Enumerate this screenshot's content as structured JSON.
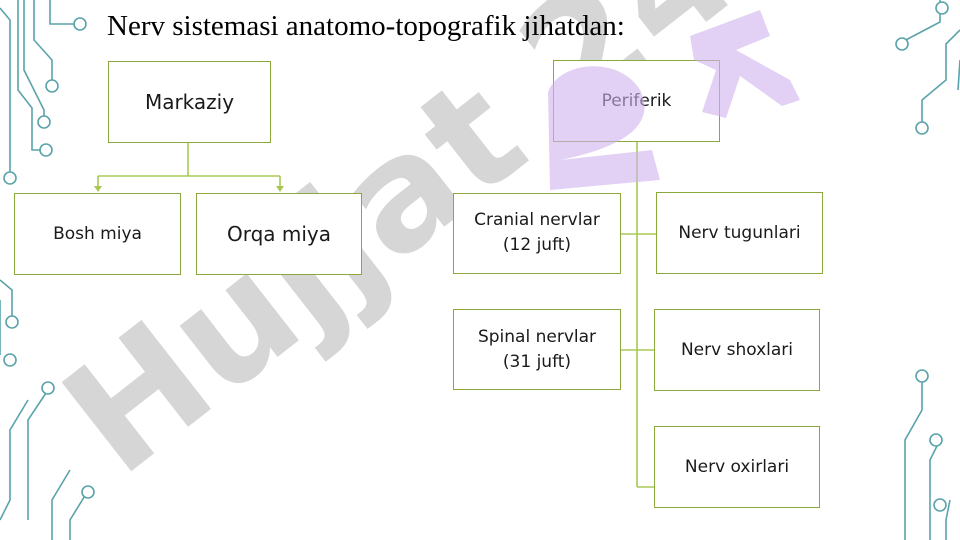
{
  "slide": {
    "title": "Nerv sistemasi anatomo-topografik jihatdan:"
  },
  "diagram": {
    "markaziy": "Markaziy",
    "bosh_miya": "Bosh miya",
    "orqa_miya": "Orqa miya",
    "periferik": "Periferik",
    "cranial_line1": "Cranial nervlar",
    "cranial_line2": "(12 juft)",
    "spinal_line1": "Spinal nervlar",
    "spinal_line2": "(31 juft)",
    "nerv_tugunlari": "Nerv tugunlari",
    "nerv_shoxlari": "Nerv shoxlari",
    "nerv_oxirlari": "Nerv oxirlari"
  },
  "watermark": {
    "text": "Hujjat 24"
  },
  "colors": {
    "border": "#8aa83c",
    "connector": "#a8c852",
    "circuit": "#5aa3aa",
    "watermark_grey": "#c8c8c8",
    "watermark_purple": "#cfb3ec"
  }
}
